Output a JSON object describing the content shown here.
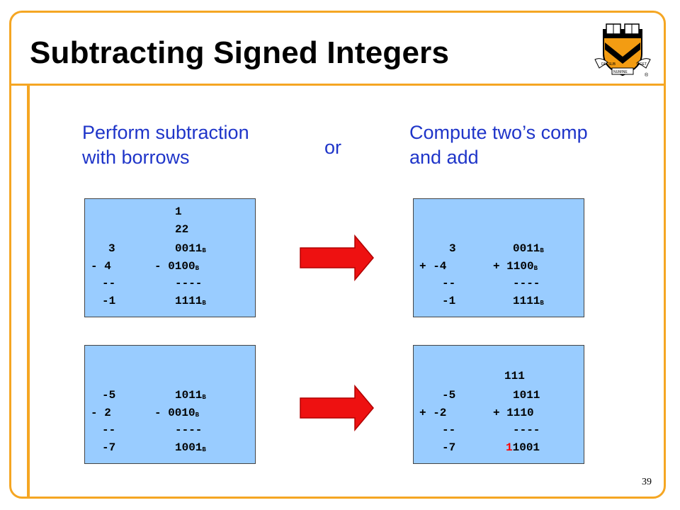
{
  "slide": {
    "title": "Subtracting Signed Integers",
    "page_number": "39",
    "logo": {
      "lettering": [
        "DEI SUB",
        "NUMINE",
        "VIGET"
      ],
      "trademark": "®"
    }
  },
  "left_heading": {
    "line1": "Perform subtraction",
    "line2": "with borrows"
  },
  "connector": "or",
  "right_heading": {
    "line1": "Compute two’s comp",
    "line2": "and add"
  },
  "box1": {
    "rows": [
      {
        "dec": "",
        "bin": "1",
        "sub": "",
        "highlight": true
      },
      {
        "dec": "",
        "bin": "22",
        "sub": "",
        "highlight": true
      },
      {
        "dec": "3",
        "bin": "0011",
        "sub": "B"
      },
      {
        "dec": "- 4",
        "bin": "- 0100",
        "sub": "B"
      },
      {
        "dec": "--",
        "bin": "----",
        "sub": ""
      },
      {
        "dec": "-1",
        "bin": "1111",
        "sub": "B"
      }
    ]
  },
  "box2": {
    "rows": [
      {
        "dec": "3",
        "bin": "0011",
        "sub": "B"
      },
      {
        "dec": "+ -4",
        "bin": "+ 1100",
        "sub": "B"
      },
      {
        "dec": "--",
        "bin": "----",
        "sub": ""
      },
      {
        "dec": "-1",
        "bin": "1111",
        "sub": "B"
      }
    ]
  },
  "box3": {
    "rows": [
      {
        "dec": "-5",
        "bin": "1011",
        "sub": "B"
      },
      {
        "dec": "- 2",
        "bin": "- 0010",
        "sub": "B"
      },
      {
        "dec": "--",
        "bin": "----",
        "sub": ""
      },
      {
        "dec": "-7",
        "bin": "1001",
        "sub": "B"
      }
    ]
  },
  "box4": {
    "rows": [
      {
        "dec": "",
        "bin": "111",
        "sub": "",
        "highlight": true
      },
      {
        "dec": "-5",
        "bin": "1011",
        "sub": ""
      },
      {
        "dec": "+ -2",
        "bin": "+ 1110",
        "sub": ""
      },
      {
        "dec": "--",
        "bin": "----",
        "sub": ""
      },
      {
        "dec": "-7",
        "bin": "1001",
        "sub": "",
        "carry": "1"
      }
    ]
  },
  "colors": {
    "border": "#f5a623",
    "heading_text": "#1f35c9",
    "box_fill": "#99ccff",
    "highlight": "#ff0000",
    "arrow": "#ee1111"
  }
}
